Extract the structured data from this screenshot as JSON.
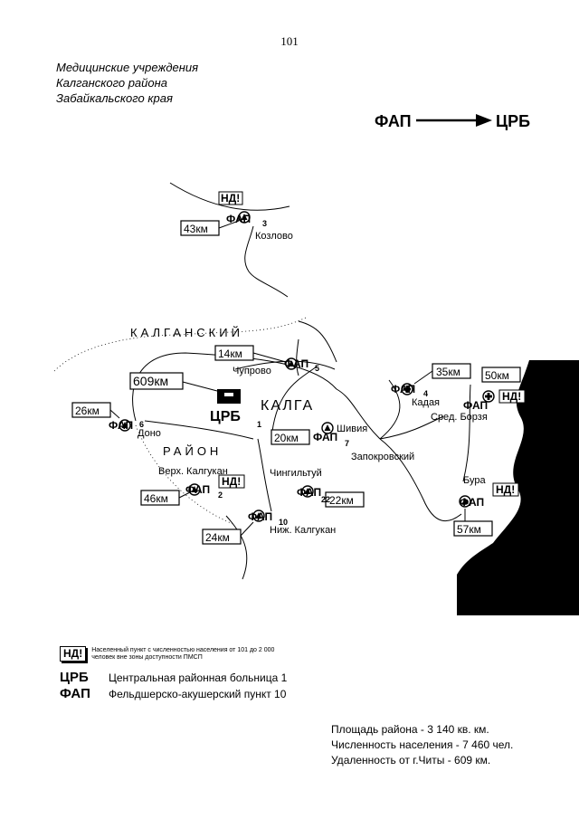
{
  "page": {
    "number": "101",
    "title_lines": [
      "Медицинские учреждения",
      "Калганского района",
      "Забайкальского края"
    ]
  },
  "header_legend": {
    "from": "ФАП",
    "to": "ЦРБ"
  },
  "map": {
    "region_label_top": "КАЛГАНСКИЙ",
    "region_label_bottom": "РАЙОН",
    "center_label": "КАЛГА",
    "hospital": {
      "abbr": "ЦРБ",
      "index": "1",
      "distance": "609км"
    },
    "settlements": {
      "kozlovo": "Козлово",
      "chuprovo": "Чупрово",
      "dono": "Доно",
      "verkh_kalgukan": "Верх. Калгукан",
      "nizh_kalgukan": "Ниж. Калгукан",
      "chingiltuy": "Чингильтуй",
      "shiviya": "Шивия",
      "zapokrovsky": "Запокровский",
      "kadaya": "Кадая",
      "sred_borzya": "Сред. Борзя",
      "bura": "Бура"
    },
    "facilities": [
      {
        "id": "kozlovo",
        "abbr": "ФАП",
        "index": "3",
        "distance": "43км",
        "nd": "НД!"
      },
      {
        "id": "chuprovo",
        "abbr": "ФАП",
        "index": "5",
        "distance": "14км"
      },
      {
        "id": "dono",
        "abbr": "ФАП",
        "index": "6",
        "distance": "26км"
      },
      {
        "id": "verkh_kalgukan",
        "abbr": "ФАП",
        "index": "2",
        "distance": "46км",
        "nd": "НД!"
      },
      {
        "id": "nizh_kalgukan",
        "abbr": "ФАП",
        "index": "10",
        "distance": "24км"
      },
      {
        "id": "chingiltuy",
        "abbr": "ФАП",
        "index": "22",
        "distance": "22км"
      },
      {
        "id": "shiviya",
        "abbr": "ФАП",
        "index": "7",
        "distance": "20км"
      },
      {
        "id": "kadaya",
        "abbr": "ФАП",
        "index": "4",
        "distance": "35км"
      },
      {
        "id": "sred_borzya",
        "abbr": "ФАП",
        "index": "",
        "distance": "50км",
        "nd": "НД!"
      },
      {
        "id": "bura",
        "abbr": "ФАП",
        "index": "",
        "distance": "57км",
        "nd": "НД!"
      }
    ]
  },
  "legend": {
    "nd": {
      "badge": "НД!",
      "text": "Населенный пункт с численностью населения от 101 до 2 000 человек вне зоны доступности ПМСП"
    },
    "crb": {
      "abbr": "ЦРБ",
      "text": "Центральная районная больница 1"
    },
    "fap": {
      "abbr": "ФАП",
      "text": "Фельдшерско-акушерский пункт 10"
    }
  },
  "stats": [
    "Площадь района - 3 140 кв. км.",
    "Численность населения - 7 460 чел.",
    "Удаленность от г.Читы - 609 км."
  ],
  "colors": {
    "ink": "#000000",
    "paper": "#ffffff"
  }
}
